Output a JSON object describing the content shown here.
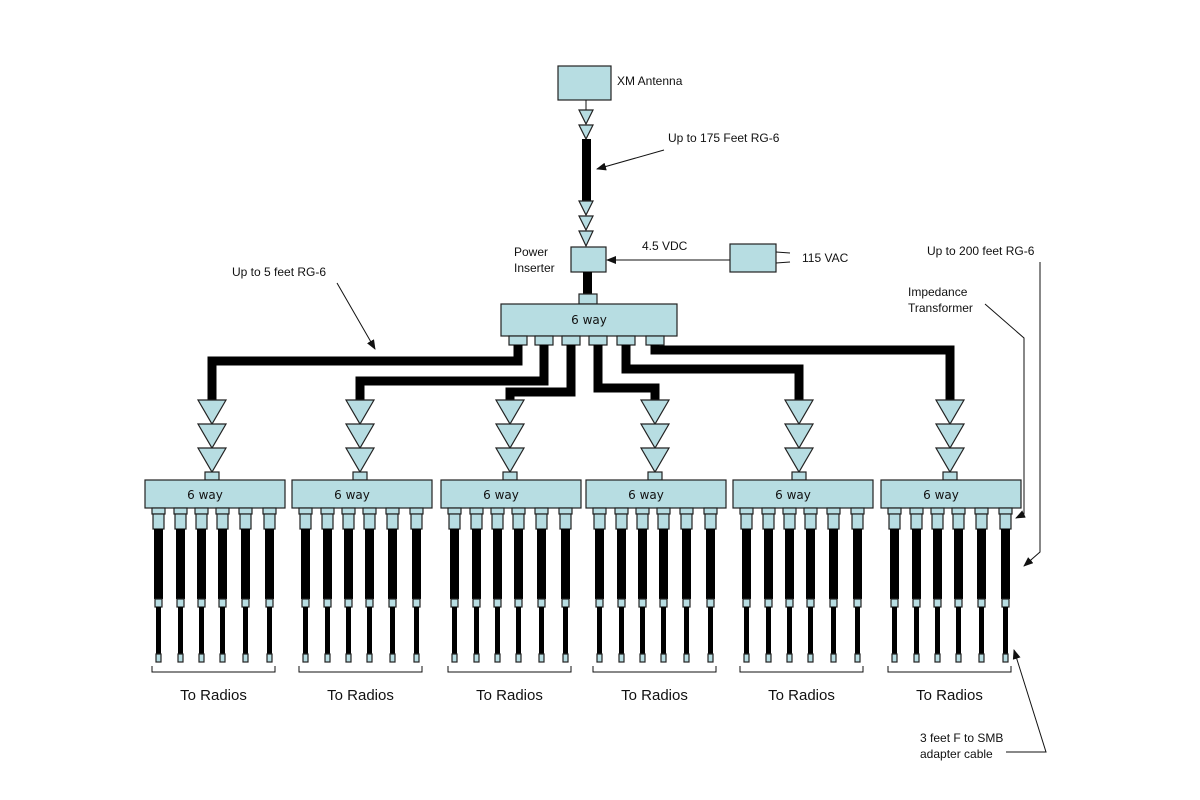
{
  "diagram": {
    "title": "XM Radio distribution wiring",
    "antenna": {
      "label": "XM Antenna"
    },
    "antenna_cable": {
      "label": "Up to 175 Feet RG-6"
    },
    "power_inserter": {
      "label_line1": "Power",
      "label_line2": "Inserter"
    },
    "power_supply": {
      "dc_label": "4.5 VDC",
      "ac_label": "115 VAC"
    },
    "main_splitter": {
      "label": "6 way"
    },
    "short_cable": {
      "label": "Up to 5 feet RG-6"
    },
    "long_cable": {
      "label": "Up to 200 feet RG-6"
    },
    "impedance_transformer": {
      "label_line1": "Impedance",
      "label_line2": "Transformer"
    },
    "adapter_cable": {
      "label_line1": "3 feet  F to SMB",
      "label_line2": "adapter cable"
    },
    "splitters": [
      {
        "label": "6 way",
        "destination": "To Radios"
      },
      {
        "label": "6 way",
        "destination": "To Radios"
      },
      {
        "label": "6 way",
        "destination": "To Radios"
      },
      {
        "label": "6 way",
        "destination": "To Radios"
      },
      {
        "label": "6 way",
        "destination": "To Radios"
      },
      {
        "label": "6 way",
        "destination": "To Radios"
      }
    ],
    "outputs_per_splitter": 6,
    "colors": {
      "component_fill": "#b7dde2",
      "cable": "#000000",
      "outline": "#222222"
    }
  }
}
